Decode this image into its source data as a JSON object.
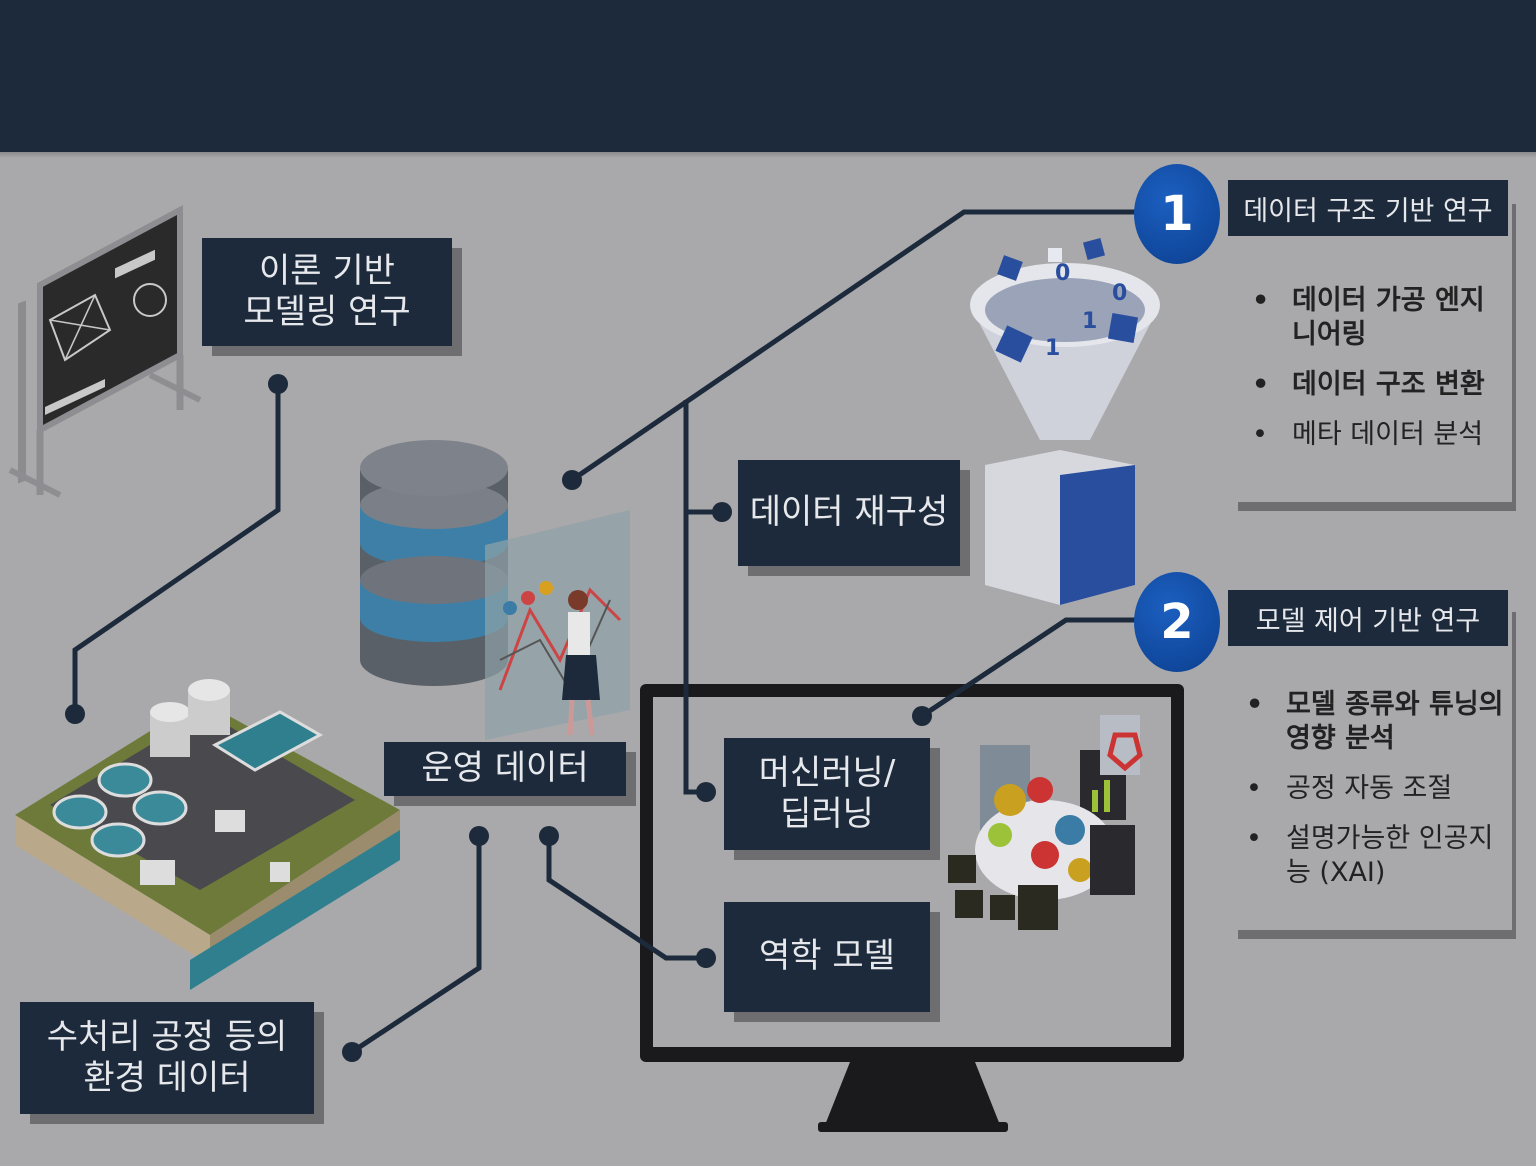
{
  "labels": {
    "theory": [
      "이론 기반",
      "모델링 연구"
    ],
    "operation": "운영 데이터",
    "water": [
      "수처리 공정 등의",
      "환경 데이터"
    ],
    "restructure": "데이터 재구성",
    "ml": [
      "머신러닝/",
      "딥러닝"
    ],
    "dynamics": "역학 모델"
  },
  "research": [
    {
      "number": "1",
      "title": "데이터 구조 기반 연구",
      "items": [
        {
          "text": "데이터 가공 엔지니어링",
          "bold": true
        },
        {
          "text": "데이터 구조 변환",
          "bold": true
        },
        {
          "text": "메타 데이터 분석",
          "bold": false
        }
      ]
    },
    {
      "number": "2",
      "title": "모델 제어 기반 연구",
      "items": [
        {
          "text": "모델 종류와 튜닝의 영향 분석",
          "bold": true
        },
        {
          "text": "공정 자동 조절",
          "bold": false
        },
        {
          "text": "설명가능한 인공지능 (XAI)",
          "bold": false
        }
      ]
    }
  ],
  "icons": [
    "blackboard-icon",
    "database-icon",
    "analyst-icon",
    "water-plant-icon",
    "funnel-icon",
    "monitor-icon",
    "brain-gears-icon"
  ],
  "colors": {
    "navy": "#1c2a3b",
    "badge": "#0b4aa3",
    "background": "#a9a9ab"
  }
}
